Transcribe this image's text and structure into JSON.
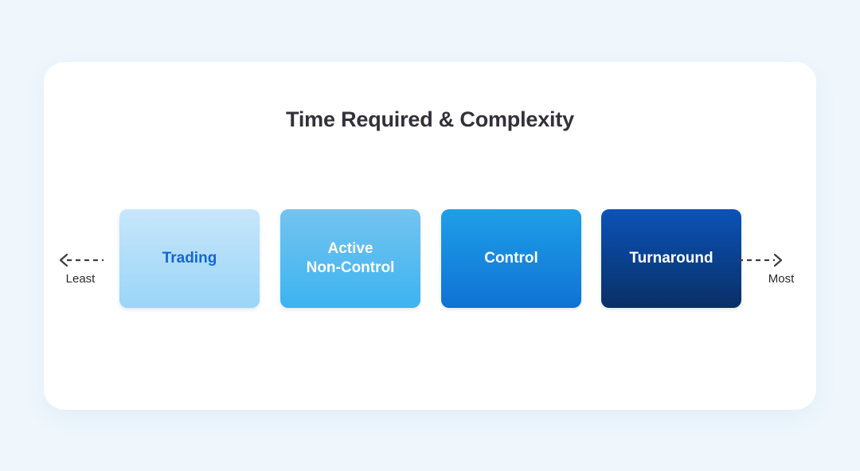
{
  "background_color": "#eff7fd",
  "card": {
    "background_color": "#ffffff",
    "title": "Time Required & Complexity"
  },
  "axis": {
    "left_label": "Least",
    "right_label": "Most",
    "left_arrow_icon": "arrow-left-dashed-icon",
    "right_arrow_icon": "arrow-right-dashed-icon",
    "line_style": "dashed",
    "line_color": "#3d3d46"
  },
  "connectors": [
    {
      "icon": "dashed-connector-icon"
    },
    {
      "icon": "dashed-connector-icon"
    },
    {
      "icon": "dashed-connector-icon"
    }
  ],
  "chart_data": {
    "type": "diagram",
    "title": "Time Required & Complexity",
    "subtype": "horizontal-spectrum",
    "scale_min_label": "Least",
    "scale_max_label": "Most",
    "categories": [
      "Trading",
      "Active Non-Control",
      "Control",
      "Turnaround"
    ],
    "values": [
      1,
      2,
      3,
      4
    ],
    "annotations": [
      "Least",
      "Most"
    ],
    "legend": [],
    "grid": false
  },
  "stages": [
    {
      "label": "Trading",
      "label_lines": [
        "Trading"
      ],
      "text_color": "#1565d8",
      "gradient_top": "#c7e6fa",
      "gradient_bottom": "#9ad5f7",
      "rank": 1
    },
    {
      "label": "Active Non-Control",
      "label_lines": [
        "Active",
        "Non-Control"
      ],
      "text_color": "#ffffff",
      "gradient_top": "#74c4ef",
      "gradient_bottom": "#3cb3f0",
      "rank": 2
    },
    {
      "label": "Control",
      "label_lines": [
        "Control"
      ],
      "text_color": "#ffffff",
      "gradient_top": "#1f9fe8",
      "gradient_bottom": "#0f72d4",
      "rank": 3
    },
    {
      "label": "Turnaround",
      "label_lines": [
        "Turnaround"
      ],
      "text_color": "#ffffff",
      "gradient_top": "#0b53b8",
      "gradient_bottom": "#0a2f66",
      "rank": 4
    }
  ]
}
